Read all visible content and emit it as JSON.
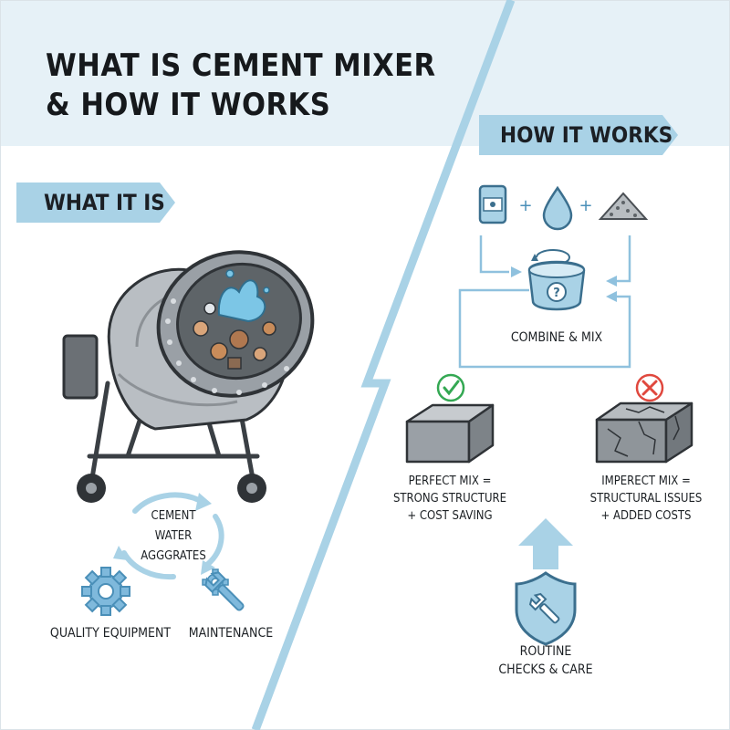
{
  "title": {
    "line1": "WHAT IS CEMENT MIXER",
    "line2": "& HOW IT WORKS"
  },
  "left": {
    "banner": "WHAT IT IS",
    "cycle": [
      "CEMENT",
      "WATER",
      "AGGGRATES"
    ],
    "features": [
      {
        "label": "QUALITY EQUIPMENT",
        "icon": "gear-icon"
      },
      {
        "label": "MAINTENANCE",
        "icon": "gear-wrench-icon"
      }
    ]
  },
  "right": {
    "banner": "HOW IT WORKS",
    "ingredients": [
      "cement-bag-icon",
      "water-drop-icon",
      "aggregate-pile-icon"
    ],
    "plus": "+",
    "combine_label": "COMBINE & MIX",
    "good": {
      "line1": "PERFECT MIX =",
      "line2": "STRONG STRUCTURE",
      "line3": "+ COST SAVING"
    },
    "bad": {
      "line1": "IMPERECT MIX =",
      "line2": "STRUCTURAL ISSUES",
      "line3": "+ ADDED COSTS"
    },
    "routine": {
      "line1": "ROUTINE",
      "line2": "CHECKS & CARE"
    }
  },
  "colors": {
    "accent": "#a9d2e6",
    "accent_dark": "#5fa8cf",
    "header_bg": "#e4f0f6",
    "icon_blue": "#7fb9dc",
    "green": "#34a853",
    "red": "#e0483e",
    "metal": "#9aa0a6"
  }
}
